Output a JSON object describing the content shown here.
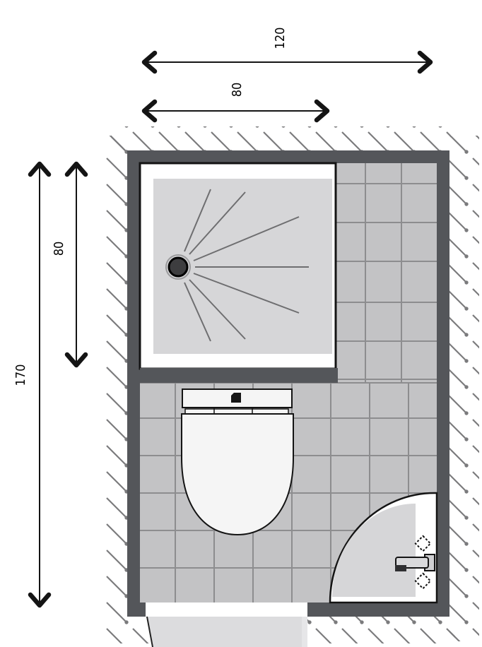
{
  "dimension_labels": {
    "room_width": "120",
    "shower_width": "80",
    "room_height": "170",
    "shower_height": "80"
  },
  "colors": {
    "wall": "#54565a",
    "tile": "#c3c3c5",
    "grout": "#8d8d8f",
    "tray": "#d6d6d8",
    "fixture": "#f5f5f5",
    "door": "#dcdcde",
    "hatch": "#7b7b7d",
    "line": "#141414"
  },
  "icons": {
    "drain": "drain-icon",
    "faucet": "faucet-icon",
    "tap": "tap-handle-icon",
    "flush": "flush-button-icon"
  }
}
